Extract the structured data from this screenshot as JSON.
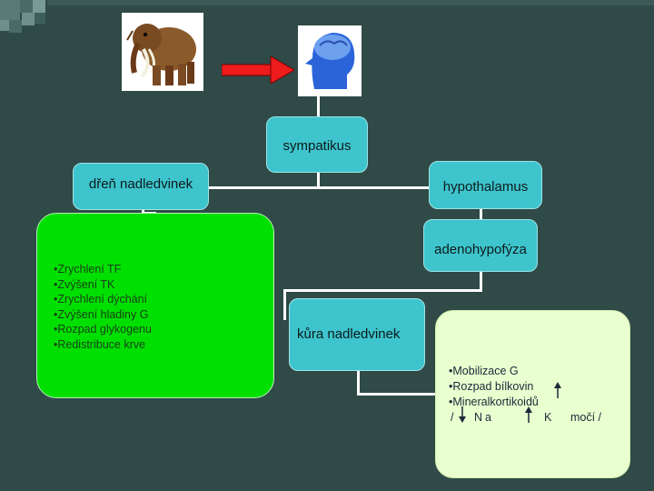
{
  "nodes": {
    "sympatikus": "sympatikus",
    "dren": "dřeň nadledvinek",
    "hypothalamus": "hypothalamus",
    "adenohypofyza": "adenohypofýza",
    "kura": "kůra nadledvinek"
  },
  "left_effects": [
    "•Zrychlení TF",
    "•Zvýšení TK",
    "•Zrychlení dýchání",
    "•Zvýšení hladiny G",
    "•Rozpad glykogenu",
    "•Redistribuce krve"
  ],
  "right_effects": {
    "line1": "•Mobilizace G",
    "line2": "•Rozpad bílkovin",
    "line3": "•Mineralkortikoidů",
    "line4_prefix": "/",
    "line4_na": "Na",
    "line4_k": "K",
    "line4_suffix": "močí /"
  },
  "icons": [
    "mammoth-image",
    "brain-head-image",
    "red-arrow-icon",
    "down-arrow-icon",
    "up-arrow-icon"
  ],
  "colors": {
    "background": "#2f4a47",
    "box": "#3ec4cc",
    "effects_left": "#00e000",
    "effects_right": "#eaffcf",
    "arrow": "#ee1c1c"
  }
}
